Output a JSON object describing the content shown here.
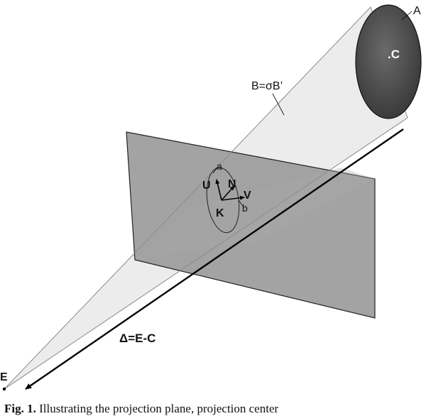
{
  "figure": {
    "labels": {
      "A": "A",
      "C": ".C",
      "B": "B=σB’",
      "a": "a",
      "b": "b",
      "U": "U",
      "N": "N",
      "V": "V",
      "K": "K",
      "delta": "Δ=E-C",
      "E": "E"
    },
    "colors": {
      "cone": "#ebebeb",
      "plane": "#999999",
      "disk": "#4a4a4a",
      "lines": "#000000"
    }
  },
  "caption": {
    "number": "Fig. 1.",
    "text": "Illustrating the projection plane, projection center"
  }
}
